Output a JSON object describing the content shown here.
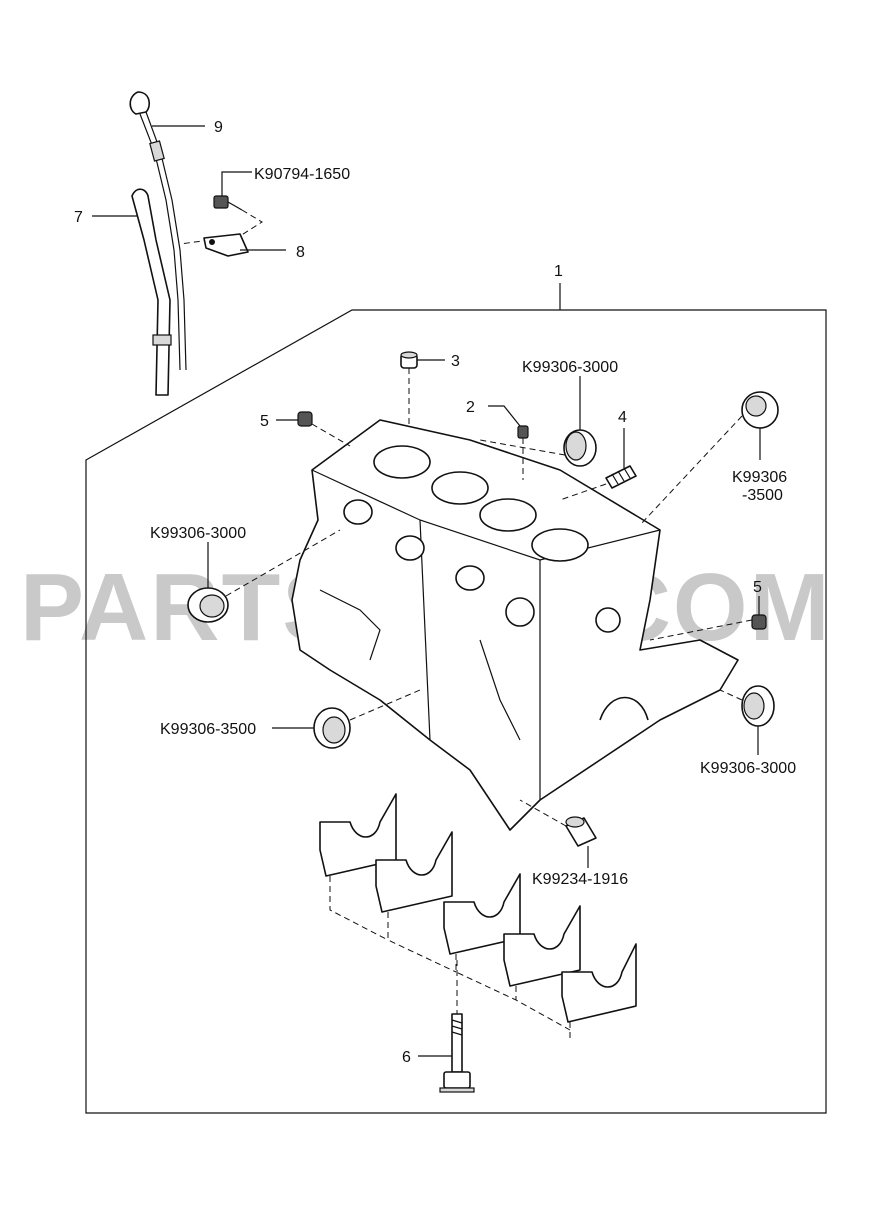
{
  "watermark": "PARTSOUQ.COM",
  "callouts": {
    "c1": "1",
    "c2": "2",
    "c3": "3",
    "c4": "4",
    "c5a": "5",
    "c5b": "5",
    "c6": "6",
    "c7": "7",
    "c8": "8",
    "c9": "9",
    "k90794_1650": "K90794-1650",
    "k99306_3000_top": "K99306-3000",
    "k99306_3500_right_l1": "K99306",
    "k99306_3500_right_l2": "-3500",
    "k99306_3000_left": "K99306-3000",
    "k99306_3500_bottom": "K99306-3500",
    "k99306_3000_right": "K99306-3000",
    "k99234_1916": "K99234-1916"
  }
}
